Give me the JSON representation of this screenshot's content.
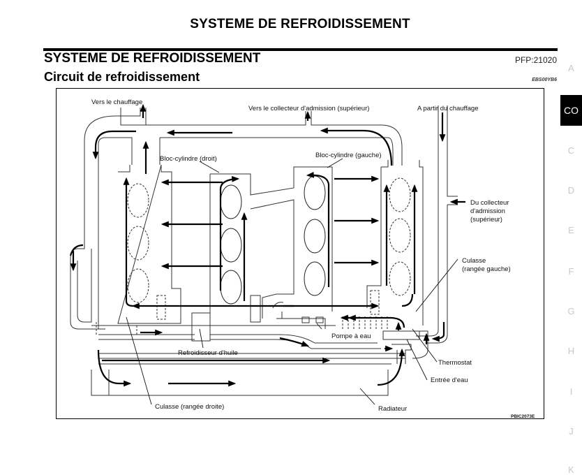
{
  "page": {
    "header": "SYSTEME DE REFROIDISSEMENT",
    "section_title": "SYSTEME DE REFROIDISSEMENT",
    "pfp_code": "PFP:21020",
    "subsection_title": "Circuit de refroidissement",
    "reference_code": "EBS00YB6"
  },
  "side_index": {
    "tabs": [
      {
        "label": "A",
        "active": false
      },
      {
        "label": "CO",
        "active": true
      },
      {
        "label": "C",
        "active": false
      },
      {
        "label": "D",
        "active": false
      },
      {
        "label": "E",
        "active": false
      },
      {
        "label": "F",
        "active": false
      },
      {
        "label": "G",
        "active": false
      },
      {
        "label": "H",
        "active": false
      },
      {
        "label": "I",
        "active": false
      },
      {
        "label": "J",
        "active": false
      },
      {
        "label": "K",
        "active": false
      }
    ]
  },
  "diagram": {
    "labels": {
      "to_heater": "Vers le chauffage",
      "to_intake_manifold": "Vers le collecteur d'admission (supérieur)",
      "from_heater": "A partir du chauffage",
      "block_right": "Bloc-cylindre (droit)",
      "block_left": "Bloc-cylindre (gauche)",
      "from_manifold_1": "Du collecteur",
      "from_manifold_2": "d'admission",
      "from_manifold_3": "(supérieur)",
      "head_left_1": "Culasse",
      "head_left_2": "(rangée gauche)",
      "water_pump": "Pompe à eau",
      "oil_cooler": "Refroidisseur d'huile",
      "thermostat": "Thermostat",
      "water_inlet": "Entrée d'eau",
      "head_right": "Culasse (rangée droite)",
      "radiator": "Radiateur",
      "figure_code": "PBIC2073E"
    }
  }
}
